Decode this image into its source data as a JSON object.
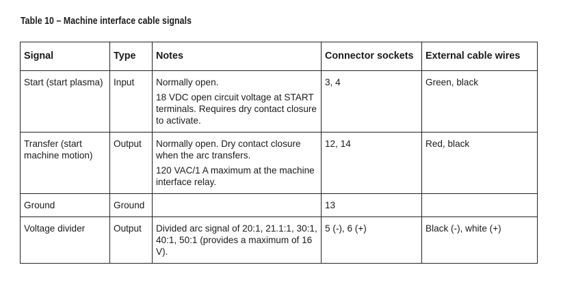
{
  "caption": "Table 10 – Machine interface cable signals",
  "headers": [
    "Signal",
    "Type",
    "Notes",
    "Connector sockets",
    "External cable wires"
  ],
  "rows": [
    {
      "signal": "Start (start plasma)",
      "type": "Input",
      "notes": [
        "Normally open.",
        "18 VDC open circuit voltage at START terminals. Requires dry contact closure to activate."
      ],
      "sockets": "3, 4",
      "wires": "Green, black"
    },
    {
      "signal": "Transfer (start machine motion)",
      "type": "Output",
      "notes": [
        "Normally open. Dry contact closure when the arc transfers.",
        "120 VAC/1 A maximum at the machine interface relay."
      ],
      "sockets": "12, 14",
      "wires": "Red, black"
    },
    {
      "signal": "Ground",
      "type": "Ground",
      "notes": [],
      "sockets": "13",
      "wires": ""
    },
    {
      "signal": "Voltage divider",
      "type": "Output",
      "notes": [
        "Divided arc signal of 20:1, 21.1:1, 30:1, 40:1, 50:1 (provides a maximum of 16 V)."
      ],
      "sockets": "5 (-), 6 (+)",
      "wires": "Black (-), white (+)"
    }
  ]
}
